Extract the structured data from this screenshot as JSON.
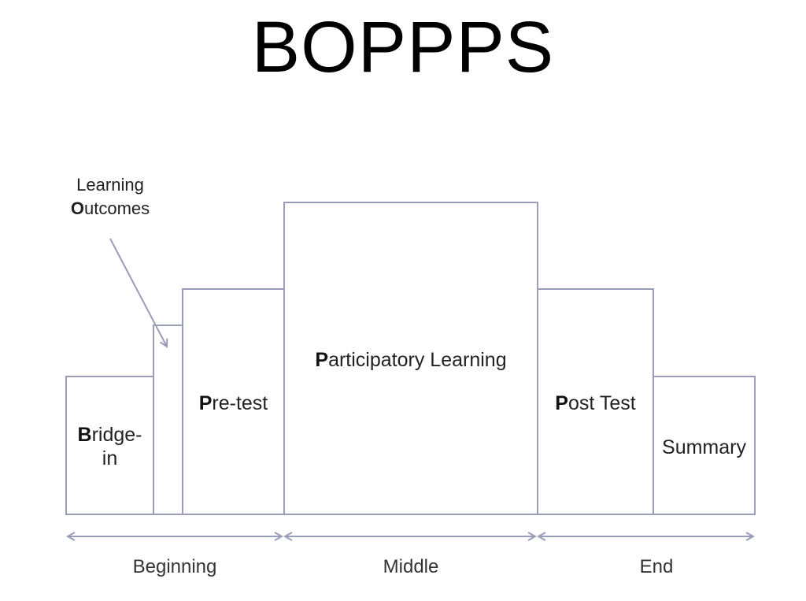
{
  "title": "BOPPPS",
  "stages": {
    "bridge_in": {
      "initial": "B",
      "rest_line1": "ridge-",
      "line2": "in"
    },
    "learning_outcomes": {
      "line1": "Learning",
      "initial": "O",
      "rest_line2": "utcomes"
    },
    "pre_test": {
      "initial": "P",
      "rest": "re-test"
    },
    "participatory_learning": {
      "initial": "P",
      "rest": "articipatory Learning"
    },
    "post_test": {
      "initial": "P",
      "rest": "ost Test"
    },
    "summary": {
      "text": "Summary"
    }
  },
  "phases": {
    "beginning": "Beginning",
    "middle": "Middle",
    "end": "End"
  },
  "colors": {
    "block_border": "#9a9db8",
    "arrow": "#9a9db8"
  }
}
